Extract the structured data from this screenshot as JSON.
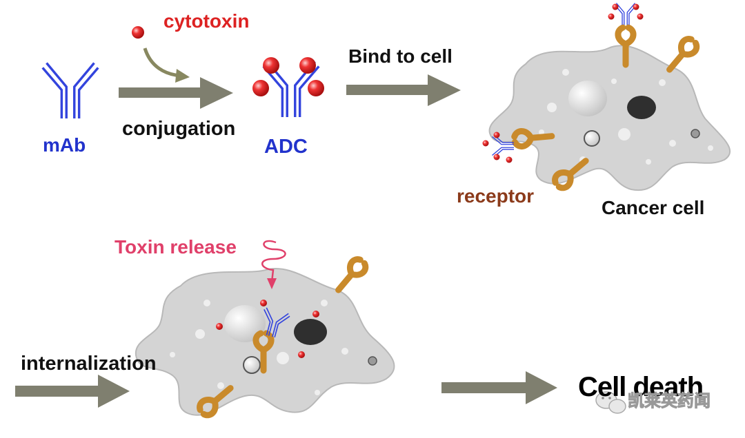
{
  "labels": {
    "cytotoxin": "cytotoxin",
    "mab": "mAb",
    "conjugation": "conjugation",
    "adc": "ADC",
    "bind_to_cell": "Bind to cell",
    "receptor": "receptor",
    "cancer_cell": "Cancer cell",
    "toxin_release": "Toxin release",
    "internalization": "internalization",
    "cell_death": "Cell death"
  },
  "watermark": "凯莱英药闻",
  "colors": {
    "antibody": "#3344dd",
    "cytotoxin_text": "#dd2222",
    "adc_text": "#2233cc",
    "receptor": "#c98a2b",
    "receptor_text": "#8b3a1a",
    "toxin_release_text": "#e0406a",
    "arrow": "#7f7f6f",
    "cell_fill": "#d4d4d4",
    "nucleus": "#2f2f2f"
  }
}
